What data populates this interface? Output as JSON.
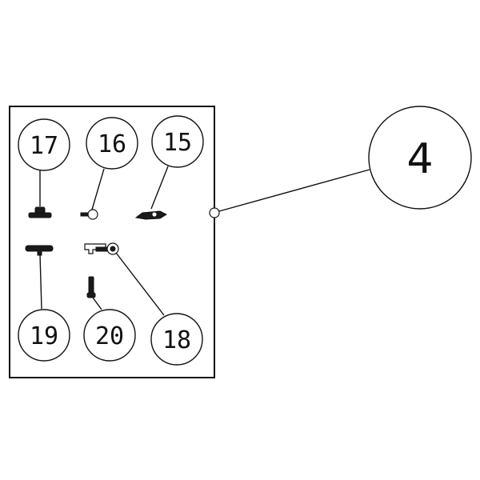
{
  "callouts": {
    "c15": "15",
    "c16": "16",
    "c17": "17",
    "c18": "18",
    "c19": "19",
    "c20": "20",
    "assembly": "4"
  }
}
